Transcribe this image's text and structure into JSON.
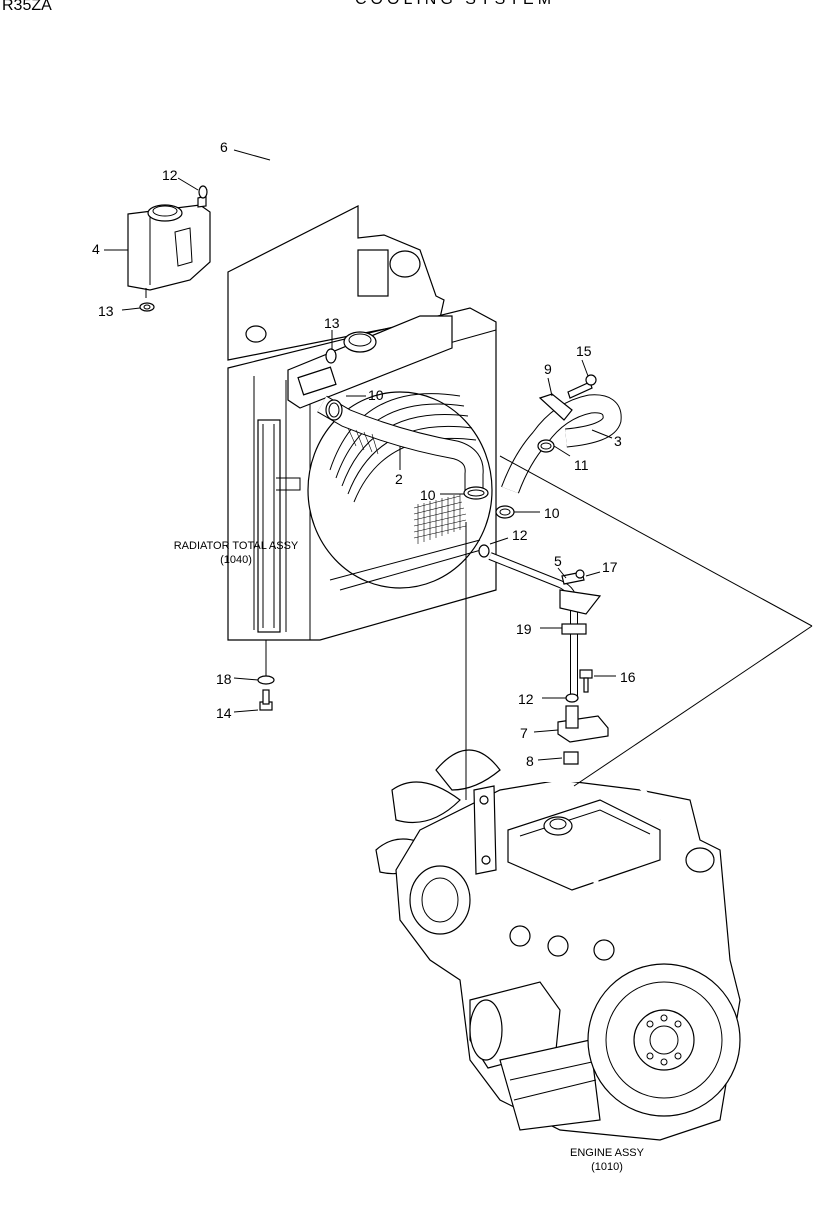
{
  "header": {
    "model": "R35ZA",
    "title": "COOLING SYSTEM"
  },
  "assemblies": {
    "radiator_name": "RADIATOR TOTAL ASSY",
    "radiator_code": "(1040)",
    "engine_name": "ENGINE ASSY",
    "engine_code": "(1010)"
  },
  "callouts": {
    "c2": "2",
    "c3": "3",
    "c4": "4",
    "c5": "5",
    "c6": "6",
    "c7": "7",
    "c8": "8",
    "c9": "9",
    "c10a": "10",
    "c10b": "10",
    "c10c": "10",
    "c11": "11",
    "c12a": "12",
    "c12b": "12",
    "c12c": "12",
    "c13a": "13",
    "c13b": "13",
    "c14": "14",
    "c15": "15",
    "c16": "16",
    "c17": "17",
    "c18": "18",
    "c19": "19"
  }
}
